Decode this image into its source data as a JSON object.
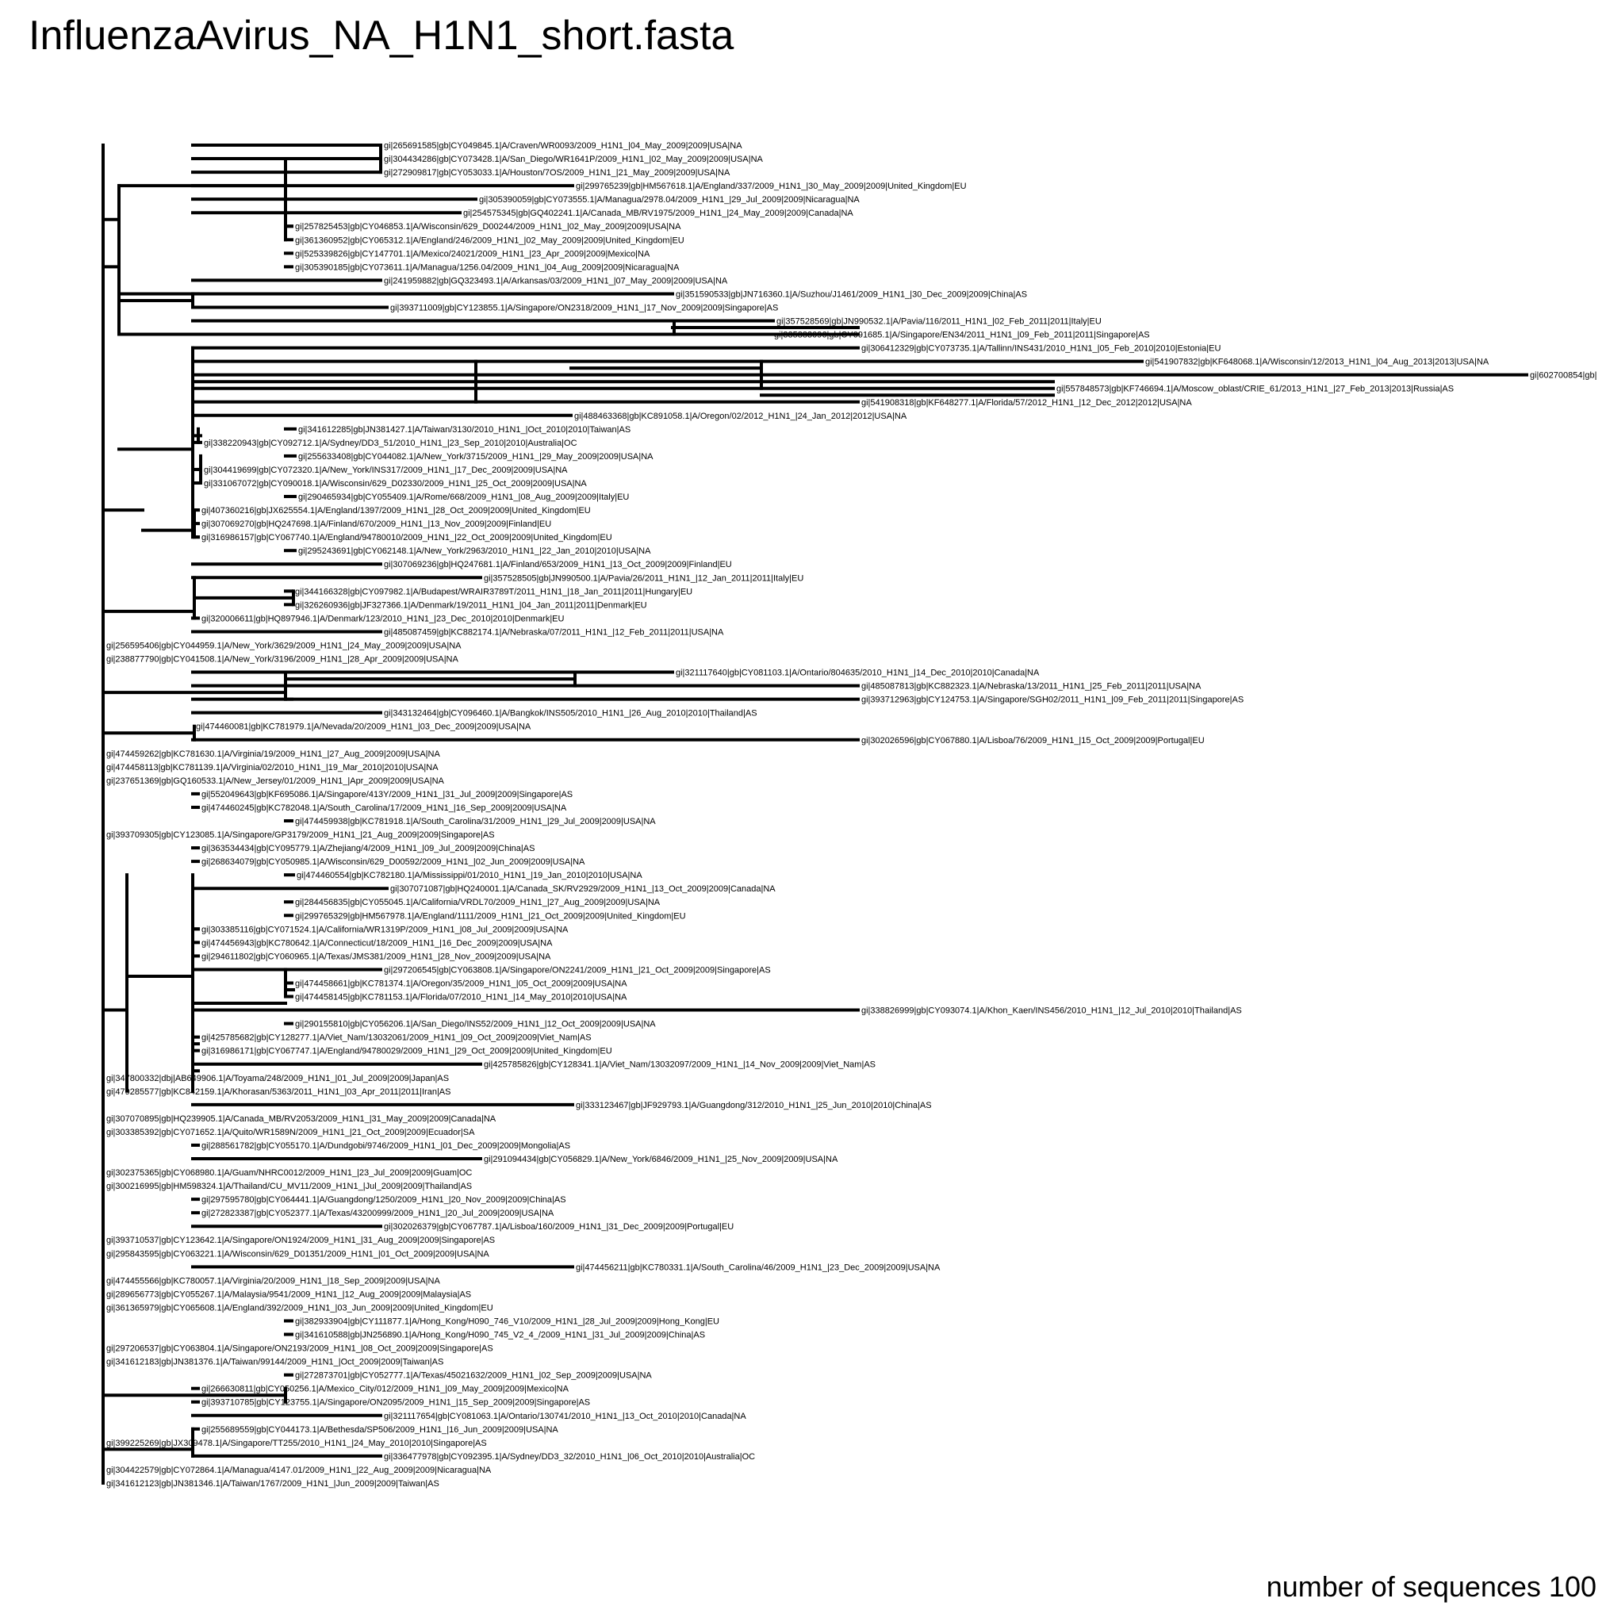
{
  "title": "InfluenzaAvirus_NA_H1N1_short.fasta",
  "footer": {
    "count_label": "number of sequences 100"
  },
  "leaves": [
    "gi|265691585|gb|CY049845.1|A/Craven/WR0093/2009_H1N1_|04_May_2009|2009|USA|NA",
    "gi|304434286|gb|CY073428.1|A/San_Diego/WR1641P/2009_H1N1_|02_May_2009|2009|USA|NA",
    "gi|272909817|gb|CY053033.1|A/Houston/7OS/2009_H1N1_|21_May_2009|2009|USA|NA",
    "gi|299765239|gb|HM567618.1|A/England/337/2009_H1N1_|30_May_2009|2009|United_Kingdom|EU",
    "gi|305390059|gb|CY073555.1|A/Managua/2978.04/2009_H1N1_|29_Jul_2009|2009|Nicaragua|NA",
    "gi|254575345|gb|GQ402241.1|A/Canada_MB/RV1975/2009_H1N1_|24_May_2009|2009|Canada|NA",
    "gi|257825453|gb|CY046853.1|A/Wisconsin/629_D00244/2009_H1N1_|02_May_2009|2009|USA|NA",
    "gi|361360952|gb|CY065312.1|A/England/246/2009_H1N1_|02_May_2009|2009|United_Kingdom|EU",
    "gi|525339826|gb|CY147701.1|A/Mexico/24021/2009_H1N1_|23_Apr_2009|2009|Mexico|NA",
    "gi|305390185|gb|CY073611.1|A/Managua/1256.04/2009_H1N1_|04_Aug_2009|2009|Nicaragua|NA",
    "gi|241959882|gb|GQ323493.1|A/Arkansas/03/2009_H1N1_|07_May_2009|2009|USA|NA",
    "gi|351590533|gb|JN716360.1|A/Suzhou/J1461/2009_H1N1_|30_Dec_2009|2009|China|AS",
    "gi|393711009|gb|CY123855.1|A/Singapore/ON2318/2009_H1N1_|17_Nov_2009|2009|Singapore|AS",
    "gi|357528569|gb|JN990532.1|A/Pavia/116/2011_H1N1_|02_Feb_2011|2011|Italy|EU",
    "gi|335883096|gb|CY091685.1|A/Singapore/EN34/2011_H1N1_|09_Feb_2011|2011|Singapore|AS",
    "gi|306412329|gb|CY073735.1|A/Tallinn/INS431/2010_H1N1_|05_Feb_2010|2010|Estonia|EU",
    "gi|541907832|gb|KF648068.1|A/Wisconsin/12/2013_H1N1_|04_Aug_2013|2013|USA|NA",
    "gi|602700854|gb|",
    "gi|557848573|gb|KF746694.1|A/Moscow_oblast/CRIE_61/2013_H1N1_|27_Feb_2013|2013|Russia|AS",
    "gi|541908318|gb|KF648277.1|A/Florida/57/2012_H1N1_|12_Dec_2012|2012|USA|NA",
    "gi|488463368|gb|KC891058.1|A/Oregon/02/2012_H1N1_|24_Jan_2012|2012|USA|NA",
    "gi|341612285|gb|JN381427.1|A/Taiwan/3130/2010_H1N1_|Oct_2010|2010|Taiwan|AS",
    "gi|338220943|gb|CY092712.1|A/Sydney/DD3_51/2010_H1N1_|23_Sep_2010|2010|Australia|OC",
    "gi|255633408|gb|CY044082.1|A/New_York/3715/2009_H1N1_|29_May_2009|2009|USA|NA",
    "gi|304419699|gb|CY072320.1|A/New_York/INS317/2009_H1N1_|17_Dec_2009|2009|USA|NA",
    "gi|331067072|gb|CY090018.1|A/Wisconsin/629_D02330/2009_H1N1_|25_Oct_2009|2009|USA|NA",
    "gi|290465934|gb|CY055409.1|A/Rome/668/2009_H1N1_|08_Aug_2009|2009|Italy|EU",
    "gi|407360216|gb|JX625554.1|A/England/1397/2009_H1N1_|28_Oct_2009|2009|United_Kingdom|EU",
    "gi|307069270|gb|HQ247698.1|A/Finland/670/2009_H1N1_|13_Nov_2009|2009|Finland|EU",
    "gi|316986157|gb|CY067740.1|A/England/94780010/2009_H1N1_|22_Oct_2009|2009|United_Kingdom|EU",
    "gi|295243691|gb|CY062148.1|A/New_York/2963/2010_H1N1_|22_Jan_2010|2010|USA|NA",
    "gi|307069236|gb|HQ247681.1|A/Finland/653/2009_H1N1_|13_Oct_2009|2009|Finland|EU",
    "gi|357528505|gb|JN990500.1|A/Pavia/26/2011_H1N1_|12_Jan_2011|2011|Italy|EU",
    "gi|344166328|gb|CY097982.1|A/Budapest/WRAIR3789T/2011_H1N1_|18_Jan_2011|2011|Hungary|EU",
    "gi|326260936|gb|JF327366.1|A/Denmark/19/2011_H1N1_|04_Jan_2011|2011|Denmark|EU",
    "gi|320006611|gb|HQ897946.1|A/Denmark/123/2010_H1N1_|23_Dec_2010|2010|Denmark|EU",
    "gi|485087459|gb|KC882174.1|A/Nebraska/07/2011_H1N1_|12_Feb_2011|2011|USA|NA",
    "gi|256595406|gb|CY044959.1|A/New_York/3629/2009_H1N1_|24_May_2009|2009|USA|NA",
    "gi|238877790|gb|CY041508.1|A/New_York/3196/2009_H1N1_|28_Apr_2009|2009|USA|NA",
    "gi|321117640|gb|CY081103.1|A/Ontario/804635/2010_H1N1_|14_Dec_2010|2010|Canada|NA",
    "gi|485087813|gb|KC882323.1|A/Nebraska/13/2011_H1N1_|25_Feb_2011|2011|USA|NA",
    "gi|393712963|gb|CY124753.1|A/Singapore/SGH02/2011_H1N1_|09_Feb_2011|2011|Singapore|AS",
    "gi|343132464|gb|CY096460.1|A/Bangkok/INS505/2010_H1N1_|26_Aug_2010|2010|Thailand|AS",
    "gi|474460081|gb|KC781979.1|A/Nevada/20/2009_H1N1_|03_Dec_2009|2009|USA|NA",
    "gi|302026596|gb|CY067880.1|A/Lisboa/76/2009_H1N1_|15_Oct_2009|2009|Portugal|EU",
    "gi|474459262|gb|KC781630.1|A/Virginia/19/2009_H1N1_|27_Aug_2009|2009|USA|NA",
    "gi|474458113|gb|KC781139.1|A/Virginia/02/2010_H1N1_|19_Mar_2010|2010|USA|NA",
    "gi|237651369|gb|GQ160533.1|A/New_Jersey/01/2009_H1N1_|Apr_2009|2009|USA|NA",
    "gi|552049643|gb|KF695086.1|A/Singapore/413Y/2009_H1N1_|31_Jul_2009|2009|Singapore|AS",
    "gi|474460245|gb|KC782048.1|A/South_Carolina/17/2009_H1N1_|16_Sep_2009|2009|USA|NA",
    "gi|474459938|gb|KC781918.1|A/South_Carolina/31/2009_H1N1_|29_Jul_2009|2009|USA|NA",
    "gi|393709305|gb|CY123085.1|A/Singapore/GP3179/2009_H1N1_|21_Aug_2009|2009|Singapore|AS",
    "gi|363534434|gb|CY095779.1|A/Zhejiang/4/2009_H1N1_|09_Jul_2009|2009|China|AS",
    "gi|268634079|gb|CY050985.1|A/Wisconsin/629_D00592/2009_H1N1_|02_Jun_2009|2009|USA|NA",
    "gi|474460554|gb|KC782180.1|A/Mississippi/01/2010_H1N1_|19_Jan_2010|2010|USA|NA",
    "gi|307071087|gb|HQ240001.1|A/Canada_SK/RV2929/2009_H1N1_|13_Oct_2009|2009|Canada|NA",
    "gi|284456835|gb|CY055045.1|A/California/VRDL70/2009_H1N1_|27_Aug_2009|2009|USA|NA",
    "gi|299765329|gb|HM567978.1|A/England/1111/2009_H1N1_|21_Oct_2009|2009|United_Kingdom|EU",
    "gi|303385116|gb|CY071524.1|A/California/WR1319P/2009_H1N1_|08_Jul_2009|2009|USA|NA",
    "gi|474456943|gb|KC780642.1|A/Connecticut/18/2009_H1N1_|16_Dec_2009|2009|USA|NA",
    "gi|294611802|gb|CY060965.1|A/Texas/JMS381/2009_H1N1_|28_Nov_2009|2009|USA|NA",
    "gi|297206545|gb|CY063808.1|A/Singapore/ON2241/2009_H1N1_|21_Oct_2009|2009|Singapore|AS",
    "gi|474458661|gb|KC781374.1|A/Oregon/35/2009_H1N1_|05_Oct_2009|2009|USA|NA",
    "gi|474458145|gb|KC781153.1|A/Florida/07/2010_H1N1_|14_May_2010|2010|USA|NA",
    "gi|338826999|gb|CY093074.1|A/Khon_Kaen/INS456/2010_H1N1_|12_Jul_2010|2010|Thailand|AS",
    "gi|290155810|gb|CY056206.1|A/San_Diego/INS52/2009_H1N1_|12_Oct_2009|2009|USA|NA",
    "gi|425785682|gb|CY128277.1|A/Viet_Nam/13032061/2009_H1N1_|09_Oct_2009|2009|Viet_Nam|AS",
    "gi|316986171|gb|CY067747.1|A/England/94780029/2009_H1N1_|29_Oct_2009|2009|United_Kingdom|EU",
    "gi|425785826|gb|CY128341.1|A/Viet_Nam/13032097/2009_H1N1_|14_Nov_2009|2009|Viet_Nam|AS",
    "gi|347800332|dbj|AB649906.1|A/Toyama/248/2009_H1N1_|01_Jul_2009|2009|Japan|AS",
    "gi|479285577|gb|KC842159.1|A/Khorasan/5363/2011_H1N1_|03_Apr_2011|2011|Iran|AS",
    "gi|333123467|gb|JF929793.1|A/Guangdong/312/2010_H1N1_|25_Jun_2010|2010|China|AS",
    "gi|307070895|gb|HQ239905.1|A/Canada_MB/RV2053/2009_H1N1_|31_May_2009|2009|Canada|NA",
    "gi|303385392|gb|CY071652.1|A/Quito/WR1589N/2009_H1N1_|21_Oct_2009|2009|Ecuador|SA",
    "gi|288561782|gb|CY055170.1|A/Dundgobi/9746/2009_H1N1_|01_Dec_2009|2009|Mongolia|AS",
    "gi|291094434|gb|CY056829.1|A/New_York/6846/2009_H1N1_|25_Nov_2009|2009|USA|NA",
    "gi|302375365|gb|CY068980.1|A/Guam/NHRC0012/2009_H1N1_|23_Jul_2009|2009|Guam|OC",
    "gi|300216995|gb|HM598324.1|A/Thailand/CU_MV11/2009_H1N1_|Jul_2009|2009|Thailand|AS",
    "gi|297595780|gb|CY064441.1|A/Guangdong/1250/2009_H1N1_|20_Nov_2009|2009|China|AS",
    "gi|272823387|gb|CY052377.1|A/Texas/43200999/2009_H1N1_|20_Jul_2009|2009|USA|NA",
    "gi|302026379|gb|CY067787.1|A/Lisboa/160/2009_H1N1_|31_Dec_2009|2009|Portugal|EU",
    "gi|393710537|gb|CY123642.1|A/Singapore/ON1924/2009_H1N1_|31_Aug_2009|2009|Singapore|AS",
    "gi|295843595|gb|CY063221.1|A/Wisconsin/629_D01351/2009_H1N1_|01_Oct_2009|2009|USA|NA",
    "gi|474456211|gb|KC780331.1|A/South_Carolina/46/2009_H1N1_|23_Dec_2009|2009|USA|NA",
    "gi|474455566|gb|KC780057.1|A/Virginia/20/2009_H1N1_|18_Sep_2009|2009|USA|NA",
    "gi|289656773|gb|CY055267.1|A/Malaysia/9541/2009_H1N1_|12_Aug_2009|2009|Malaysia|AS",
    "gi|361365979|gb|CY065608.1|A/England/392/2009_H1N1_|03_Jun_2009|2009|United_Kingdom|EU",
    "gi|382933904|gb|CY111877.1|A/Hong_Kong/H090_746_V10/2009_H1N1_|28_Jul_2009|2009|Hong_Kong|EU",
    "gi|341610588|gb|JN256890.1|A/Hong_Kong/H090_745_V2_4_/2009_H1N1_|31_Jul_2009|2009|China|AS",
    "gi|297206537|gb|CY063804.1|A/Singapore/ON2193/2009_H1N1_|08_Oct_2009|2009|Singapore|AS",
    "gi|341612183|gb|JN381376.1|A/Taiwan/99144/2009_H1N1_|Oct_2009|2009|Taiwan|AS",
    "gi|272873701|gb|CY052777.1|A/Texas/45021632/2009_H1N1_|02_Sep_2009|2009|USA|NA",
    "gi|266630811|gb|CY050256.1|A/Mexico_City/012/2009_H1N1_|09_May_2009|2009|Mexico|NA",
    "gi|393710785|gb|CY123755.1|A/Singapore/ON2095/2009_H1N1_|15_Sep_2009|2009|Singapore|AS",
    "gi|321117654|gb|CY081063.1|A/Ontario/130741/2010_H1N1_|13_Oct_2010|2010|Canada|NA",
    "gi|255689559|gb|CY044173.1|A/Bethesda/SP506/2009_H1N1_|16_Jun_2009|2009|USA|NA",
    "gi|399225269|gb|JX309478.1|A/Singapore/TT255/2010_H1N1_|24_May_2010|2010|Singapore|AS",
    "gi|336477978|gb|CY092395.1|A/Sydney/DD3_32/2010_H1N1_|06_Oct_2010|2010|Australia|OC",
    "gi|304422579|gb|CY072864.1|A/Managua/4147.01/2009_H1N1_|22_Aug_2009|2009|Nicaragua|NA",
    "gi|341612123|gb|JN381346.1|A/Taiwan/1767/2009_H1N1_|Jun_2009|2009|Taiwan|AS"
  ]
}
